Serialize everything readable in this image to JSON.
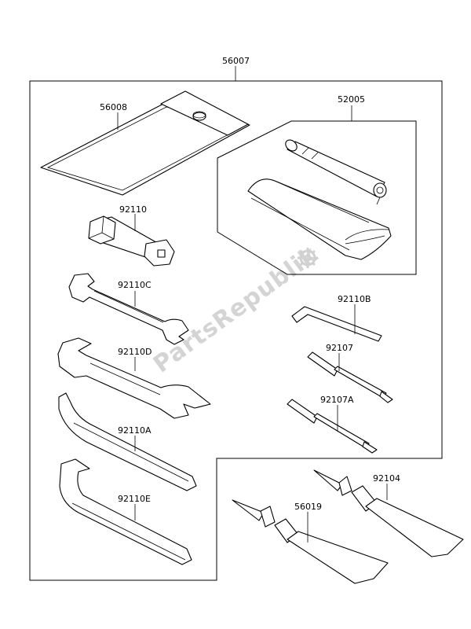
{
  "labels": {
    "kit": "56007",
    "pouch": "56008",
    "pump_set": "52005",
    "socket": "92110",
    "wrench_c": "92110C",
    "wrench_d": "92110D",
    "wrench_a": "92110A",
    "wrench_e": "92110E",
    "hex_key": "92110B",
    "screwdriver": "92107",
    "screwdriver_a": "92107A",
    "tube_large": "92104",
    "tube_small": "56019"
  },
  "watermark": {
    "text": "PartsRepublik",
    "logo": "gear-logo"
  }
}
